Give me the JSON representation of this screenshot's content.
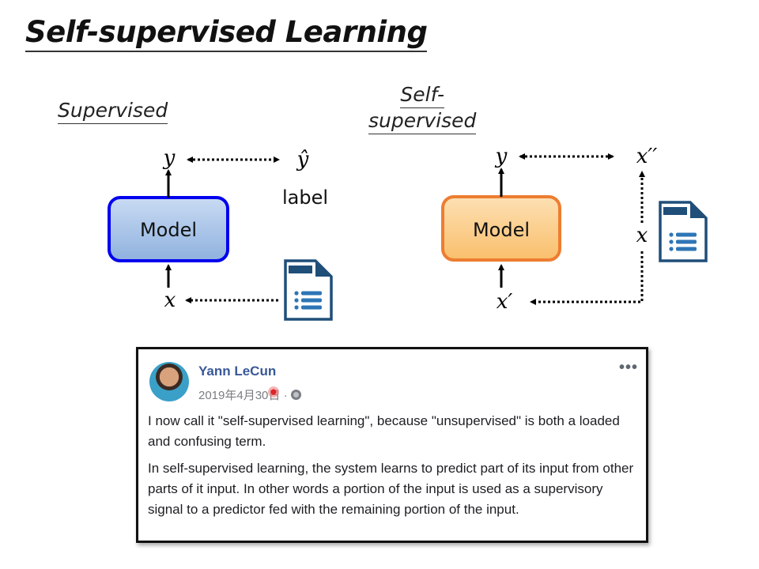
{
  "title": "Self-supervised Learning",
  "supervised": {
    "heading": "Supervised",
    "output_symbol": "y",
    "target_symbol": "ŷ",
    "target_caption": "label",
    "model_label": "Model",
    "input_symbol": "x",
    "model_color": "#8fb4e3",
    "model_border": "#0000ee"
  },
  "self_supervised": {
    "heading_line1": "Self-",
    "heading_line2": "supervised",
    "output_symbol": "y",
    "target_symbol": "x′′",
    "model_label": "Model",
    "input_symbol": "x′",
    "source_symbol": "x",
    "model_color": "#fbc67a",
    "model_border": "#ed7d31"
  },
  "icons": [
    "document-list-icon"
  ],
  "post": {
    "author": "Yann LeCun",
    "date": "2019年4月30日",
    "paragraph1": "I now call it \"self-supervised learning\", because \"unsupervised\" is both a loaded and confusing term.",
    "paragraph2": "In self-supervised learning, the system learns to predict part of its input from other parts of it input. In other words a portion of the input is used as a supervisory signal to a predictor fed with the remaining portion of the input.",
    "more_label": "•••",
    "link_color": "#385898"
  }
}
